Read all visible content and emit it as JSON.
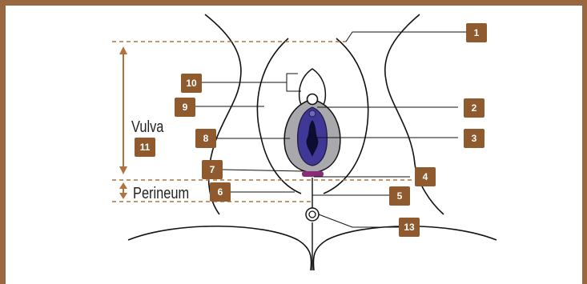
{
  "labels": {
    "vulva": "Vulva",
    "perineum": "Perineum"
  },
  "callouts": [
    "1",
    "2",
    "3",
    "4",
    "5",
    "6",
    "7",
    "8",
    "9",
    "10",
    "11",
    "13"
  ],
  "colors": {
    "frame": "#9a6840",
    "badge": "#8e5a2e",
    "guide": "#b2723e",
    "labia_minora": "#a9a9ad",
    "vestibule": "#3f3896",
    "fourchette": "#8a2d78"
  }
}
